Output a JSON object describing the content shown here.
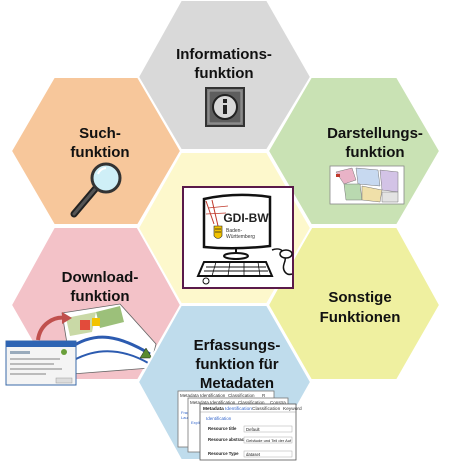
{
  "colors": {
    "top": "#d9d9d9",
    "top_right": "#c9e2b4",
    "right": "#eff0a0",
    "bottom": "#bfdcec",
    "bottom_left": "#f3c2c8",
    "top_left": "#f7c79b",
    "center": "#fdf8cc",
    "center_frame": "#5a1a4a"
  },
  "hexes": {
    "informationsfunktion": {
      "line1": "Informations-",
      "line2": "funktion",
      "icon": "info-icon"
    },
    "darstellungsfunktion": {
      "line1": "Darstellungs-",
      "line2": "funktion",
      "icon": "map-thumbnail"
    },
    "sonstige": {
      "line1": "Sonstige",
      "line2": "Funktionen"
    },
    "erfassungsfunktion": {
      "line1": "Erfassungs-",
      "line2": "funktion für",
      "line3": "Metadaten",
      "icon": "metadata-form-thumbnail"
    },
    "downloadfunktion": {
      "line1": "Download-",
      "line2": "funktion",
      "icon": "download-thumbnail"
    },
    "suchfunktion": {
      "line1": "Such-",
      "line2": "funktion",
      "icon": "magnifier-icon"
    }
  },
  "center": {
    "logo_text": "GDI-BW",
    "logo_sub1": "Baden-",
    "logo_sub2": "Württemberg",
    "icon": "computer-icon"
  },
  "metadata_form": {
    "tabs_back": [
      "Metadata",
      "Identification",
      "Classification",
      "R"
    ],
    "tabs_mid": [
      "Metadata",
      "Identification",
      "Classification",
      "Constra"
    ],
    "tabs_front": [
      "Metadata",
      "Identification",
      "Classification",
      "Keyword"
    ],
    "section": "Identification",
    "field1_label": "Resource title",
    "field1_value": "Default",
    "field2_label": "Resource abstract",
    "field2_value": "Gebäude und Teil der Auf",
    "field3_label": "Resource Type",
    "field3_value": "dataset",
    "side1": "Frage",
    "side2": "Lauf",
    "side3": "Expli"
  }
}
